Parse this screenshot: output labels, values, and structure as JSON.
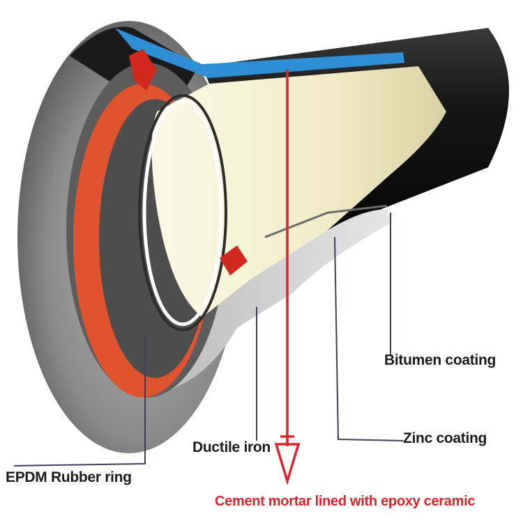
{
  "labels": {
    "bitumen": "Bitumen coating",
    "zinc": "Zinc coating",
    "ductile_iron": "Ductile iron",
    "epdm": "EPDM Rubber ring",
    "cement": "Cement mortar lined with epoxy ceramic"
  },
  "colors": {
    "bitumen": "#111111",
    "zinc_band": "#2f8fd6",
    "ductile_iron": "#8f8f8f",
    "rubber_ring": "#e0532f",
    "rubber_dark": "#b8321c",
    "cement_lining": "#f4f0d4",
    "pointer_arrow": "#e0232b",
    "leader_line": "#3a3f5a"
  }
}
